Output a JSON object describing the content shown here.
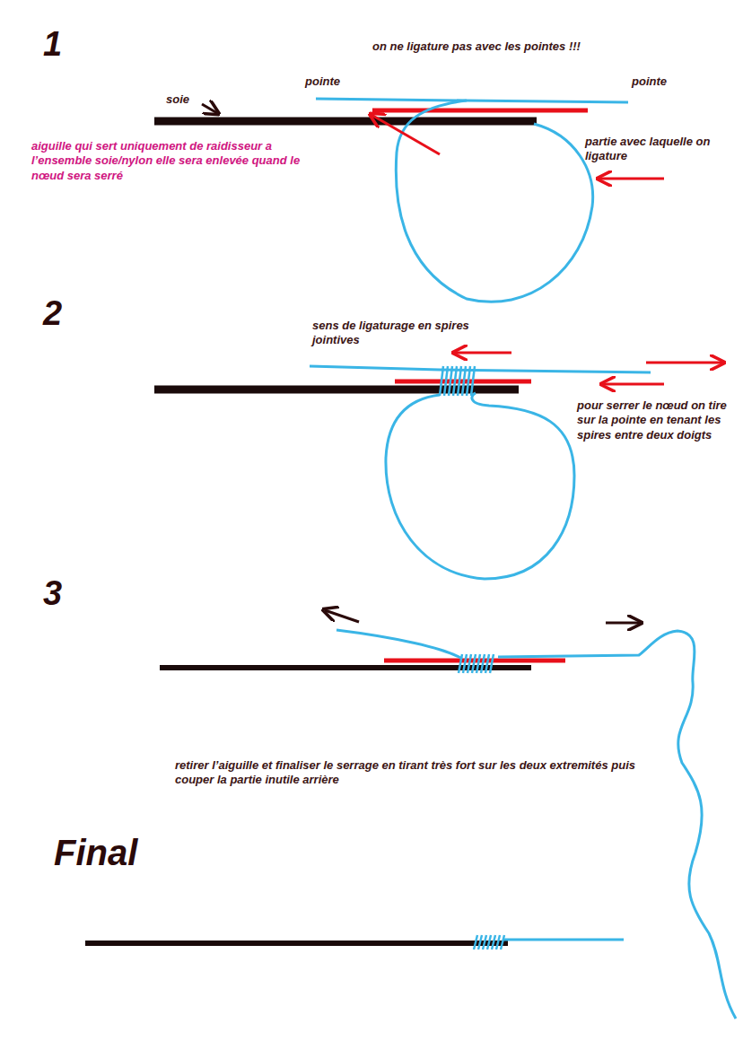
{
  "diagram": {
    "labels": [
      "1",
      "on ne ligature pas avec les pointes !!!",
      "pointe",
      "pointe",
      "soie",
      "aiguille qui sert uniquement de raidisseur a l’ensemble soie/nylon elle sera enlevée quand le nœud sera serré",
      "partie avec laquelle on ligature",
      "2",
      "sens de ligaturage en spires jointives",
      "pour serrer le nœud on tire sur la pointe en tenant les spires entre deux doigts",
      "3",
      "retirer l’aiguille et finaliser le serrage en tirant très fort sur les deux extremités puis couper la partie inutile arrière",
      "Final"
    ]
  }
}
